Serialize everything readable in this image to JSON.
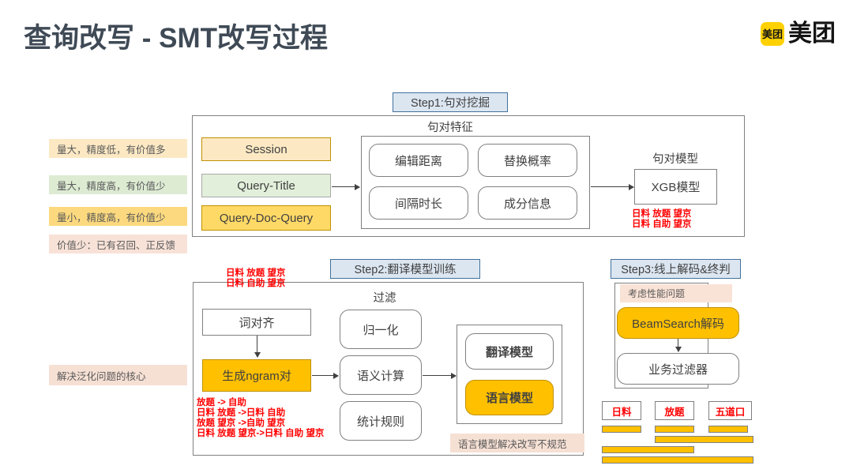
{
  "header": {
    "title": "查询改写 - SMT改写过程",
    "logo_mark_text": "美团",
    "logo_text": "美团",
    "logo_color": "#FFD100"
  },
  "left_notes": [
    {
      "text": "量大，精度低，有价值多",
      "color": "#FCE9C4"
    },
    {
      "text": "量大，精度高，有价值少",
      "color": "#DDEBD3"
    },
    {
      "text": "量小，精度高，有价值少",
      "color": "#FCD97E"
    },
    {
      "text": "价值少：已有召回、正反馈",
      "color": "#F8E2D8"
    },
    {
      "text": "解决泛化问题的核心",
      "color": "#F6E0D4"
    }
  ],
  "step1": {
    "tag": "Step1:句对挖掘",
    "sources": [
      {
        "label": "Session",
        "color": "#FCE9C4"
      },
      {
        "label": "Query-Title",
        "color": "#E2EFDA"
      },
      {
        "label": "Query-Doc-Query",
        "color": "#FFD966"
      }
    ],
    "features_label": "句对特征",
    "features": [
      "编辑距离",
      "替换概率",
      "间隔时长",
      "成分信息"
    ],
    "model_label": "句对模型",
    "model_box": "XGB模型",
    "model_examples": [
      "日料 放题 望京",
      "日料 自助 望京"
    ]
  },
  "step2": {
    "tag": "Step2:翻译模型训练",
    "input_examples": [
      "日料 放题 望京",
      "日料 自助 望京"
    ],
    "align_box": "词对齐",
    "ngram_box": "生成ngram对",
    "ngram_color": "#FFC000",
    "filter_label": "过滤",
    "filters": [
      "归一化",
      "语义计算",
      "统计规则"
    ],
    "models": [
      {
        "label": "翻译模型",
        "color": "#FFFFFF"
      },
      {
        "label": "语言模型",
        "color": "#FFC000"
      }
    ],
    "ngram_examples": [
      "放题 -> 自助",
      "日料 放题 ->日料 自助",
      "放题 望京 ->自助 望京",
      "日料 放题 望京->日料 自助 望京"
    ],
    "bottom_note": "语言模型解决改写不规范"
  },
  "step3": {
    "tag": "Step3:线上解码&终判",
    "perf_note": "考虑性能问题",
    "decode_box": "BeamSearch解码",
    "decode_color": "#FFC000",
    "filter_box": "业务过滤器",
    "tokens": [
      "日料",
      "放题",
      "五道口"
    ],
    "bar_color": "#FFC000"
  }
}
